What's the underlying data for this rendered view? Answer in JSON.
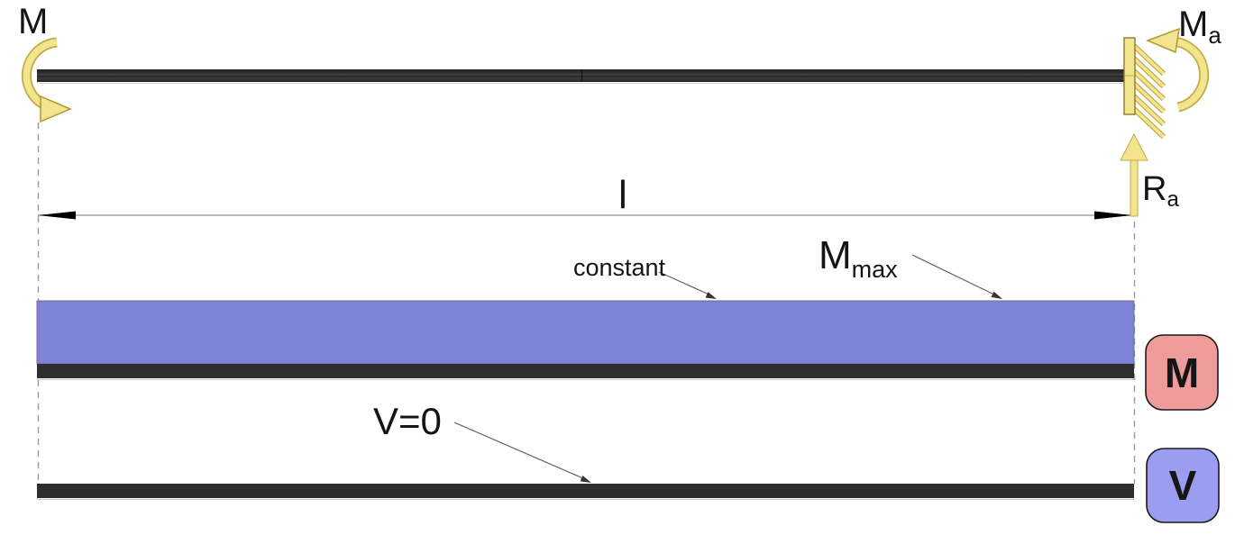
{
  "diagram": {
    "labels": {
      "applied_moment": "M",
      "reaction_moment": {
        "base": "M",
        "sub": "a"
      },
      "reaction_force": {
        "base": "R",
        "sub": "a"
      },
      "span_length": "l",
      "constant_note": "constant",
      "max_moment": {
        "base": "M",
        "sub": "max"
      },
      "shear_value_note": "V=0",
      "moment_badge": "M",
      "shear_badge": "V"
    },
    "colors": {
      "support_yellow": "#f3e48e",
      "support_yellow_border": "#c2ab48",
      "beam_dark": "#2e2e2e",
      "moment_area_fill": "#7e82d7",
      "moment_badge_fill": "#f09b9b",
      "shear_badge_fill": "#9b9ef0",
      "text": "#151515"
    }
  }
}
